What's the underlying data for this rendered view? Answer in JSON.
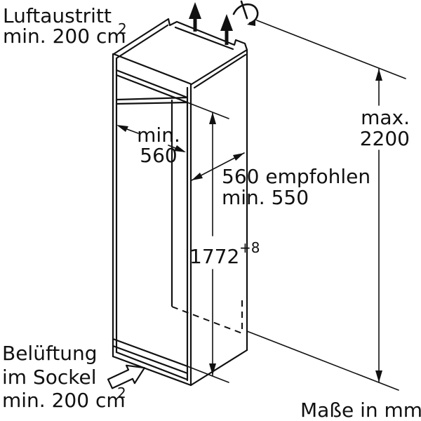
{
  "diagram": {
    "type": "appliance-installation-dimensions",
    "unit_note": "Maße in mm",
    "colors": {
      "line": "#111111",
      "background": "#ffffff"
    },
    "labels": {
      "air_outlet_line1": "Luftaustritt",
      "air_outlet_line2": "min. 200 cm",
      "air_outlet_sup": "2",
      "plinth_vent_line1": "Belüftung",
      "plinth_vent_line2": "im Sockel",
      "plinth_vent_line3": "min. 200 cm",
      "plinth_vent_sup": "2",
      "niche_width_line1": "min.",
      "niche_width_line2": "560",
      "depth_line1": "560 empfohlen",
      "depth_line2": "min. 550",
      "niche_height_value": "1772",
      "niche_height_tolerance": "+8",
      "total_height_line1": "max.",
      "total_height_line2": "2200"
    },
    "dimensions": {
      "niche_height_mm": "1772",
      "niche_height_tolerance_mm": "+8",
      "total_height_max_mm": "2200",
      "niche_width_min_mm": "560",
      "depth_recommended_mm": "560",
      "depth_min_mm": "550",
      "air_outlet_min_cm2": "200",
      "plinth_vent_min_cm2": "200"
    }
  }
}
